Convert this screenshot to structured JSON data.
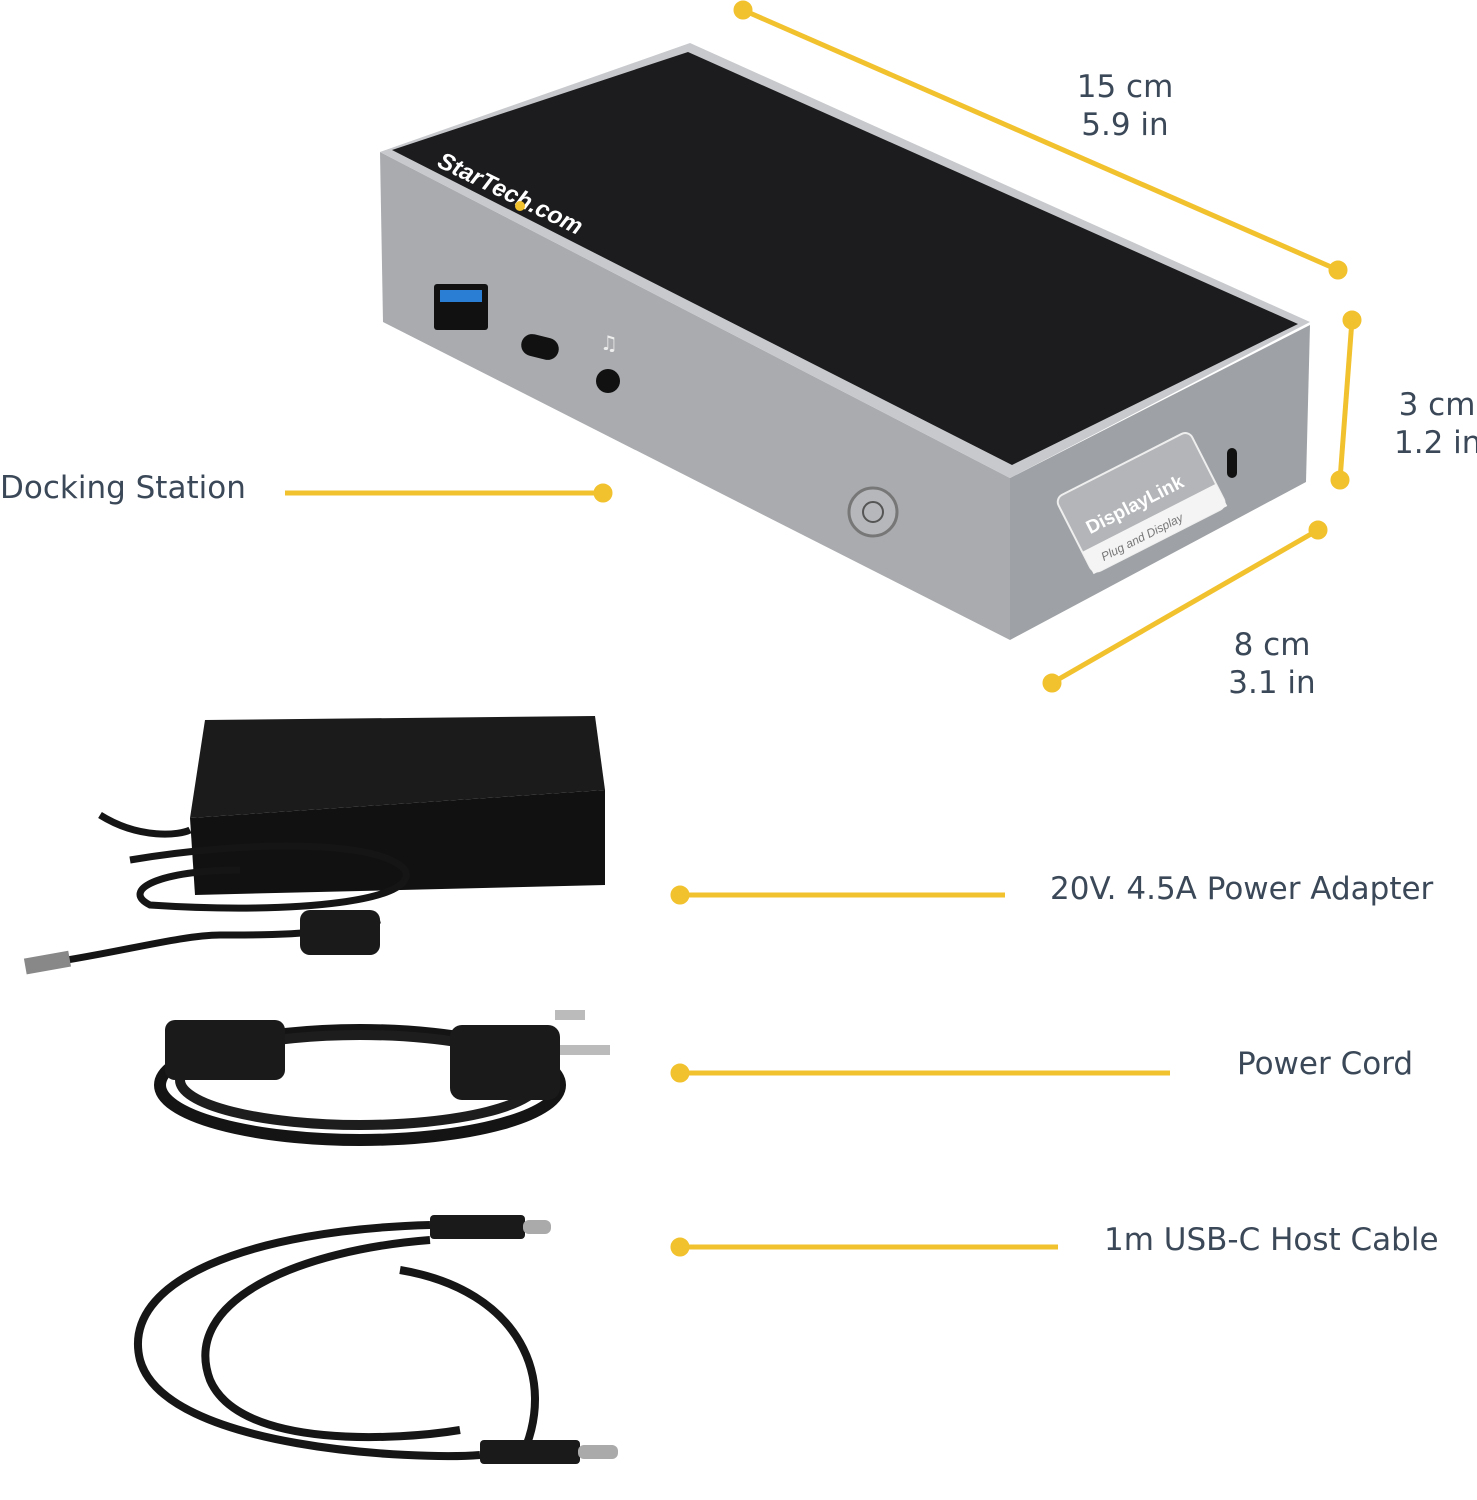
{
  "colors": {
    "accent": "#f2c12e",
    "text": "#3b4858",
    "dock_top": "#1c1c1e",
    "dock_body": "#a9abae"
  },
  "dock": {
    "brand_logo": "StarTech.com",
    "badge_title": "DisplayLink",
    "badge_subtitle": "Plug and Display",
    "icons": [
      "usb-a-port-icon",
      "usb-c-port-icon",
      "headphone-icon",
      "power-button-icon",
      "lock-icon"
    ]
  },
  "dimensions": {
    "length": {
      "metric": "15 cm",
      "imperial": "5.9 in"
    },
    "height": {
      "metric": "3 cm",
      "imperial": "1.2 in"
    },
    "depth": {
      "metric": "8 cm",
      "imperial": "3.1 in"
    }
  },
  "callouts": [
    {
      "label": "Docking Station"
    },
    {
      "label": "20V. 4.5A Power Adapter"
    },
    {
      "label": "Power Cord"
    },
    {
      "label": "1m USB-C Host Cable"
    }
  ]
}
